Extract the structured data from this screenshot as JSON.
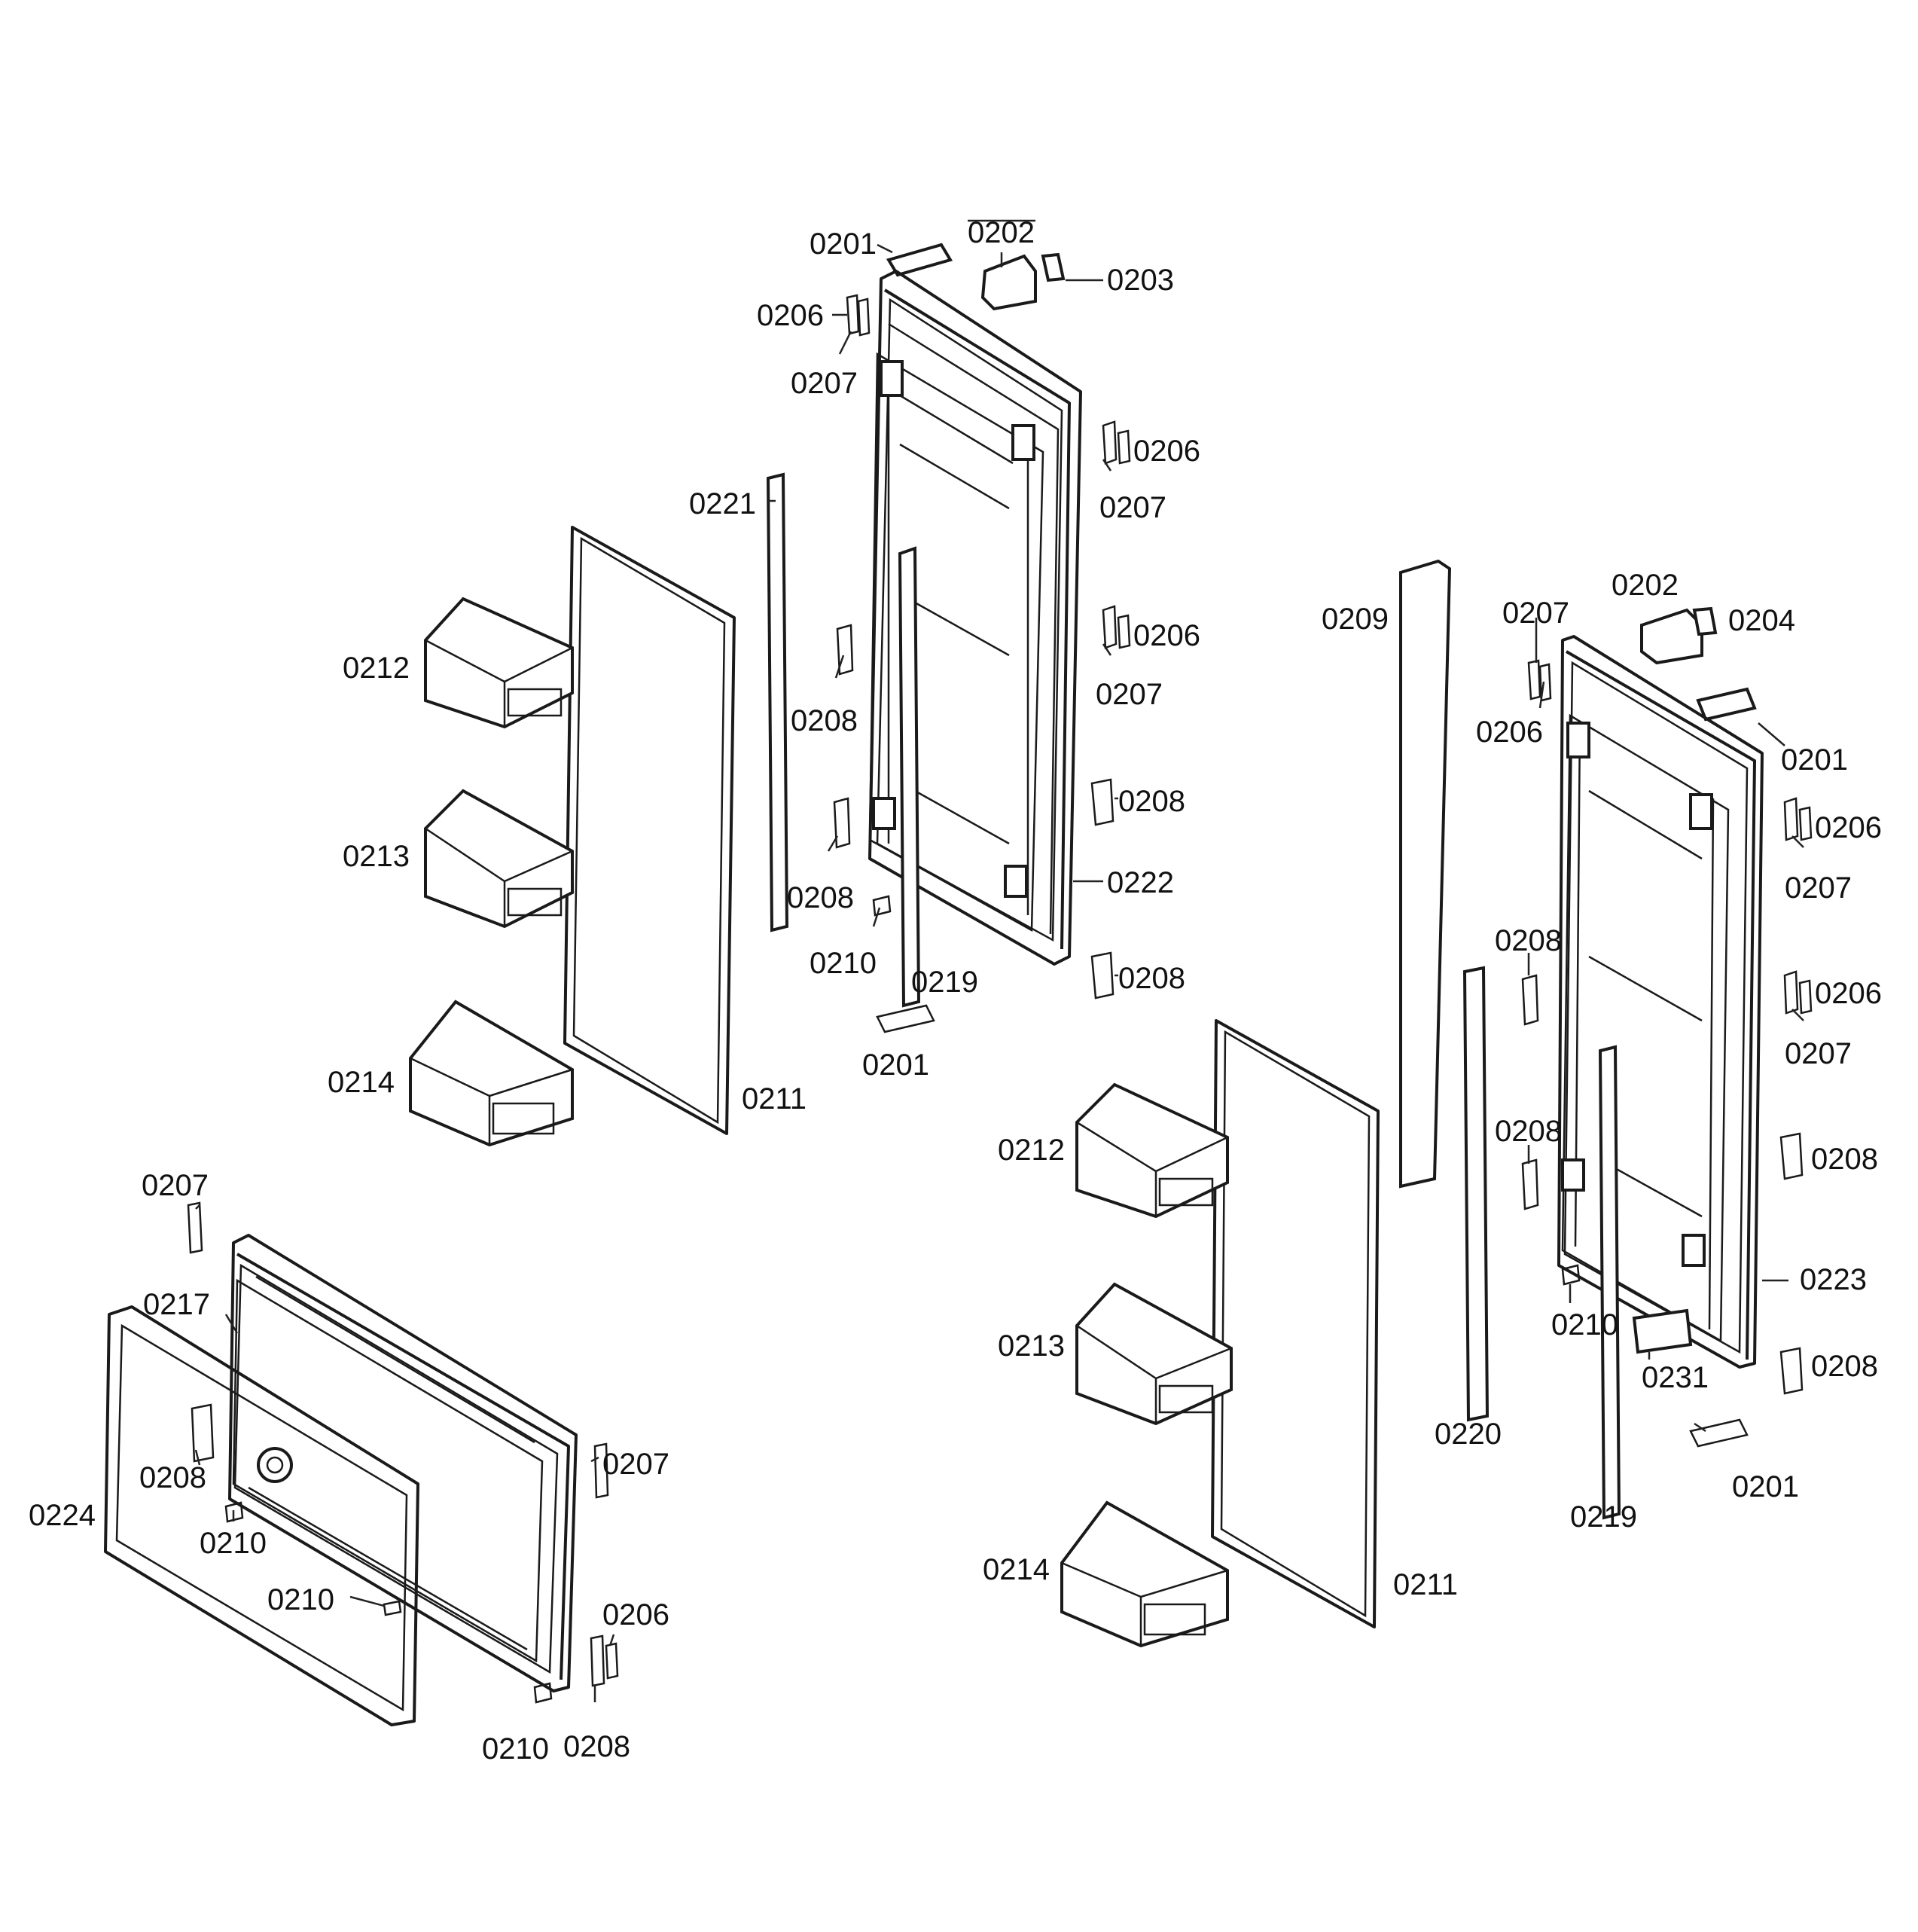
{
  "callouts": {
    "c0201a": "0201",
    "c0202a": "0202",
    "c0203": "0203",
    "c0206a": "0206",
    "c0207a": "0207",
    "c0206b": "0206",
    "c0207b": "0207",
    "c0221": "0221",
    "c0206c": "0206",
    "c0207c": "0207",
    "c0212a": "0212",
    "c0208a": "0208",
    "c0208b": "0208",
    "c0213a": "0213",
    "c0208c": "0208",
    "c0222": "0222",
    "c0210a": "0210",
    "c0219a": "0219",
    "c0208d": "0208",
    "c0214a": "0214",
    "c0211a": "0211",
    "c0201b": "0201",
    "c0209": "0209",
    "c0207d": "0207",
    "c0202b": "0202",
    "c0204": "0204",
    "c0206d": "0206",
    "c0201c": "0201",
    "c0206e": "0206",
    "c0207e": "0207",
    "c0208e": "0208",
    "c0206f": "0206",
    "c0207f": "0207",
    "c0208f": "0208",
    "c0212b": "0212",
    "c0208g": "0208",
    "c0223": "0223",
    "c0213b": "0213",
    "c0210b": "0210",
    "c0231": "0231",
    "c0208h": "0208",
    "c0220": "0220",
    "c0201d": "0201",
    "c0219b": "0219",
    "c0214b": "0214",
    "c0211b": "0211",
    "c0207g": "0207",
    "c0217": "0217",
    "c0208i": "0208",
    "c0207h": "0207",
    "c0224": "0224",
    "c0210c": "0210",
    "c0210d": "0210",
    "c0206g": "0206",
    "c0210e": "0210",
    "c0208j": "0208"
  }
}
